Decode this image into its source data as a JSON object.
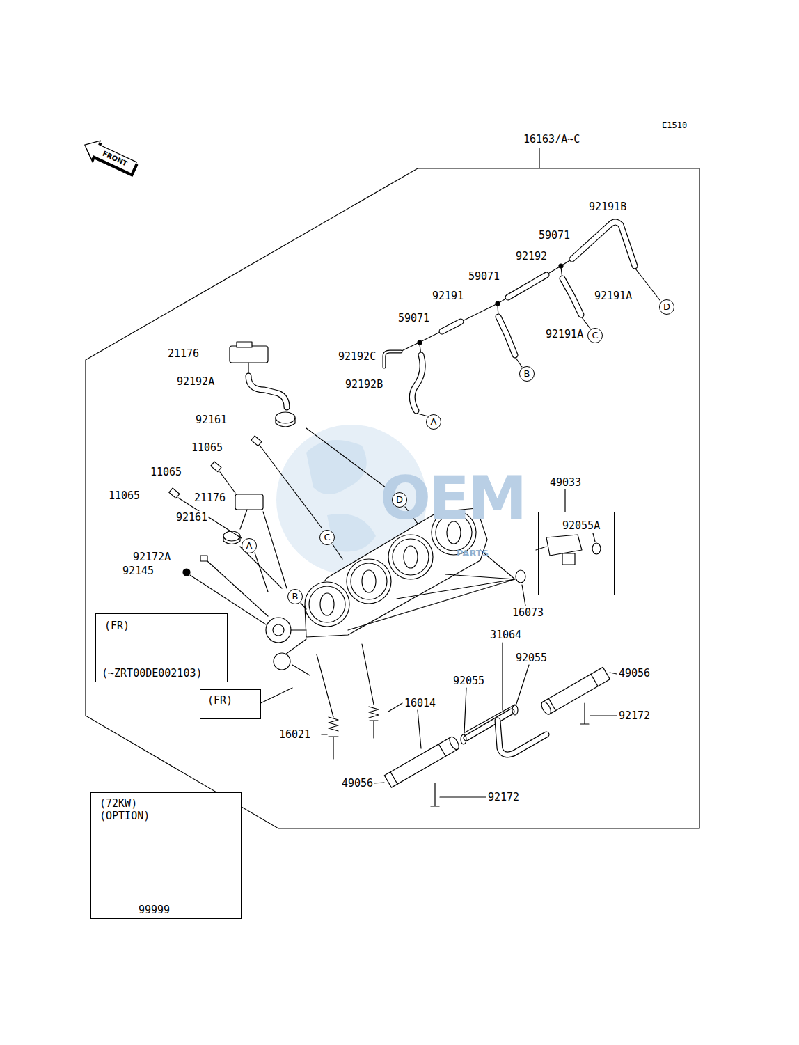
{
  "diagram": {
    "nodes": [
      {
        "text": [
          "16163/A~C"
        ]
      },
      {
        "text": [
          "D"
        ],
        "in": 0
      },
      {
        "text": [
          "C"
        ],
        "in": 0
      },
      {
        "text": [
          "B"
        ],
        "in": 0
      },
      {
        "text": [
          "A"
        ],
        "in": 0
      },
      {
        "text": [
          "49033",
          "92055A"
        ],
        "in": 0
      },
      {
        "text": [
          "D"
        ],
        "in": 0
      },
      {
        "text": [
          "C"
        ],
        "in": 0
      },
      {
        "text": [
          "A"
        ],
        "in": 0
      },
      {
        "text": [
          "B"
        ],
        "in": 0
      },
      {
        "text": [
          "(FR)",
          "(~ZRT00DE002103)"
        ],
        "in": 0
      },
      {
        "text": [
          "(FR)"
        ],
        "in": 0
      },
      {
        "text": [
          "(72KW) (OPTION)",
          "99999"
        ]
      }
    ],
    "labels": [
      "E1510",
      "FRONT",
      "92191B",
      "59071",
      "92192",
      "59071",
      "92191",
      "92191A",
      "59071",
      "92191A",
      "21176",
      "92192C",
      "92192A",
      "92192B",
      "92161",
      "11065",
      "11065",
      "21176",
      "11065",
      "92161",
      "OEM",
      "92172A",
      "92145",
      "PARTS",
      "16073",
      "31064",
      "92055",
      "49056",
      "92055",
      "16014",
      "92172",
      "16021",
      "49056",
      "92172"
    ]
  }
}
